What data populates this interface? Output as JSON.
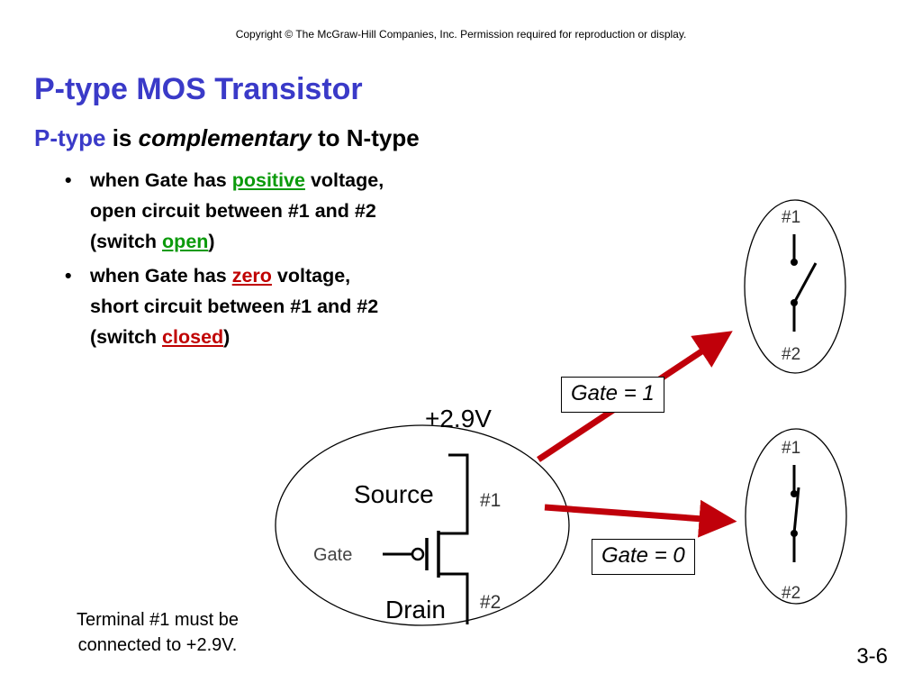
{
  "header": {
    "copyright": "Copyright © The McGraw-Hill Companies, Inc.  Permission required for reproduction or display."
  },
  "slide": {
    "title": "P-type MOS Transistor",
    "subtitle": {
      "p1": "P-type",
      "p2": " is ",
      "p3": "complementary",
      "p4": " to N-type"
    },
    "bullets": [
      {
        "l1a": "when Gate has ",
        "l1b": "positive",
        "l1c": " voltage,",
        "l2": "open circuit between #1 and #2",
        "l3a": "(switch ",
        "l3b": "open",
        "l3c": ")"
      },
      {
        "l1a": "when Gate has ",
        "l1b": "zero",
        "l1c": " voltage,",
        "l2": "short circuit between #1 and #2",
        "l3a": "(switch ",
        "l3b": "closed",
        "l3c": ")"
      }
    ],
    "bullet_char": "•",
    "note_l1": "Terminal #1 must be",
    "note_l2": "connected to +2.9V.",
    "page_number": "3-6"
  },
  "diagram": {
    "supply": "+2.9V",
    "source": "Source",
    "drain": "Drain",
    "gate": "Gate",
    "t1": "#1",
    "t2": "#2",
    "gate1": "Gate = 1",
    "gate0": "Gate = 0",
    "arrow_color": "#c0000a"
  }
}
